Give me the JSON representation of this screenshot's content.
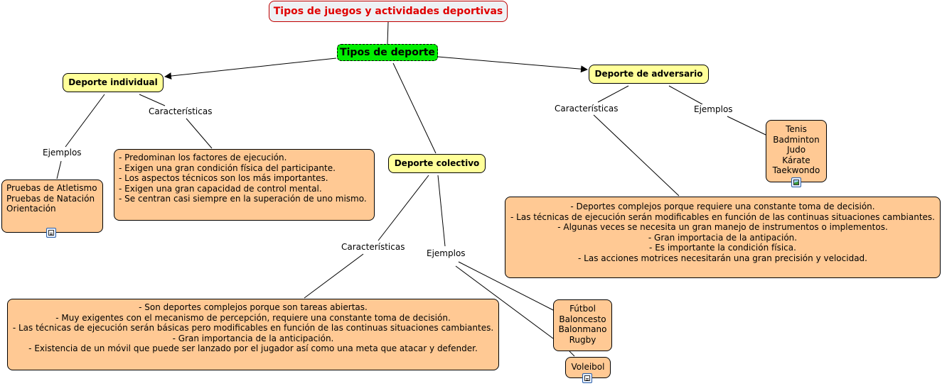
{
  "title": "Tipos de juegos y actividades deportivas",
  "root": "Tipos de deporte",
  "colors": {
    "title_text": "#e00000",
    "root_fill": "#00ee00",
    "concept_fill": "#ffff99",
    "info_fill": "#ffc994"
  },
  "individual": {
    "label": "Deporte individual",
    "link_caracteristicas": "Características",
    "link_ejemplos": "Ejemplos",
    "caracteristicas": "- Predominan los factores de ejecución.\n- Exigen una gran condición física del participante.\n- Los aspectos técnicos son los más importantes.\n- Exigen una gran capacidad de control mental.\n- Se centran casi siempre en la superación de uno mismo.",
    "ejemplos": "Pruebas de Atletismo\nPruebas de Natación\nOrientación",
    "ejemplos_resource_icon": "document-icon"
  },
  "colectivo": {
    "label": "Deporte colectivo",
    "link_caracteristicas": "Características",
    "link_ejemplos": "Ejemplos",
    "caracteristicas": "- Son deportes complejos porque son tareas abiertas.\n- Muy exigentes con el mecanismo de percepción, requiere una constante toma de decisión.\n- Las técnicas de ejecución serán básicas pero modificables en función de las continuas situaciones cambiantes.\n- Gran importancia de la anticipación.\n- Existencia de un móvil que puede ser lanzado por el jugador así como una meta que atacar y defender.",
    "ejemplos": "Fútbol\nBaloncesto\nBalonmano\nRugby",
    "ejemplo_extra": "Voleibol",
    "ejemplo_extra_resource_icon": "document-icon"
  },
  "adversario": {
    "label": "Deporte de adversario",
    "link_caracteristicas": "Características",
    "link_ejemplos": "Ejemplos",
    "caracteristicas": "- Deportes complejos porque requiere una constante toma de decisión.\n- Las técnicas de ejecución serán modificables en función de las continuas situaciones cambiantes.\n- Algunas veces se necesita un gran manejo de instrumentos o implementos.\n- Gran importacia de la antipación.\n- Es importante la condición física.\n- Las acciones motrices necesitarán una gran precisión y velocidad.",
    "ejemplos": "Tenis\nBadminton\nJudo\nKárate\nTaekwondo",
    "ejemplos_resource_icon": "image-icon"
  }
}
